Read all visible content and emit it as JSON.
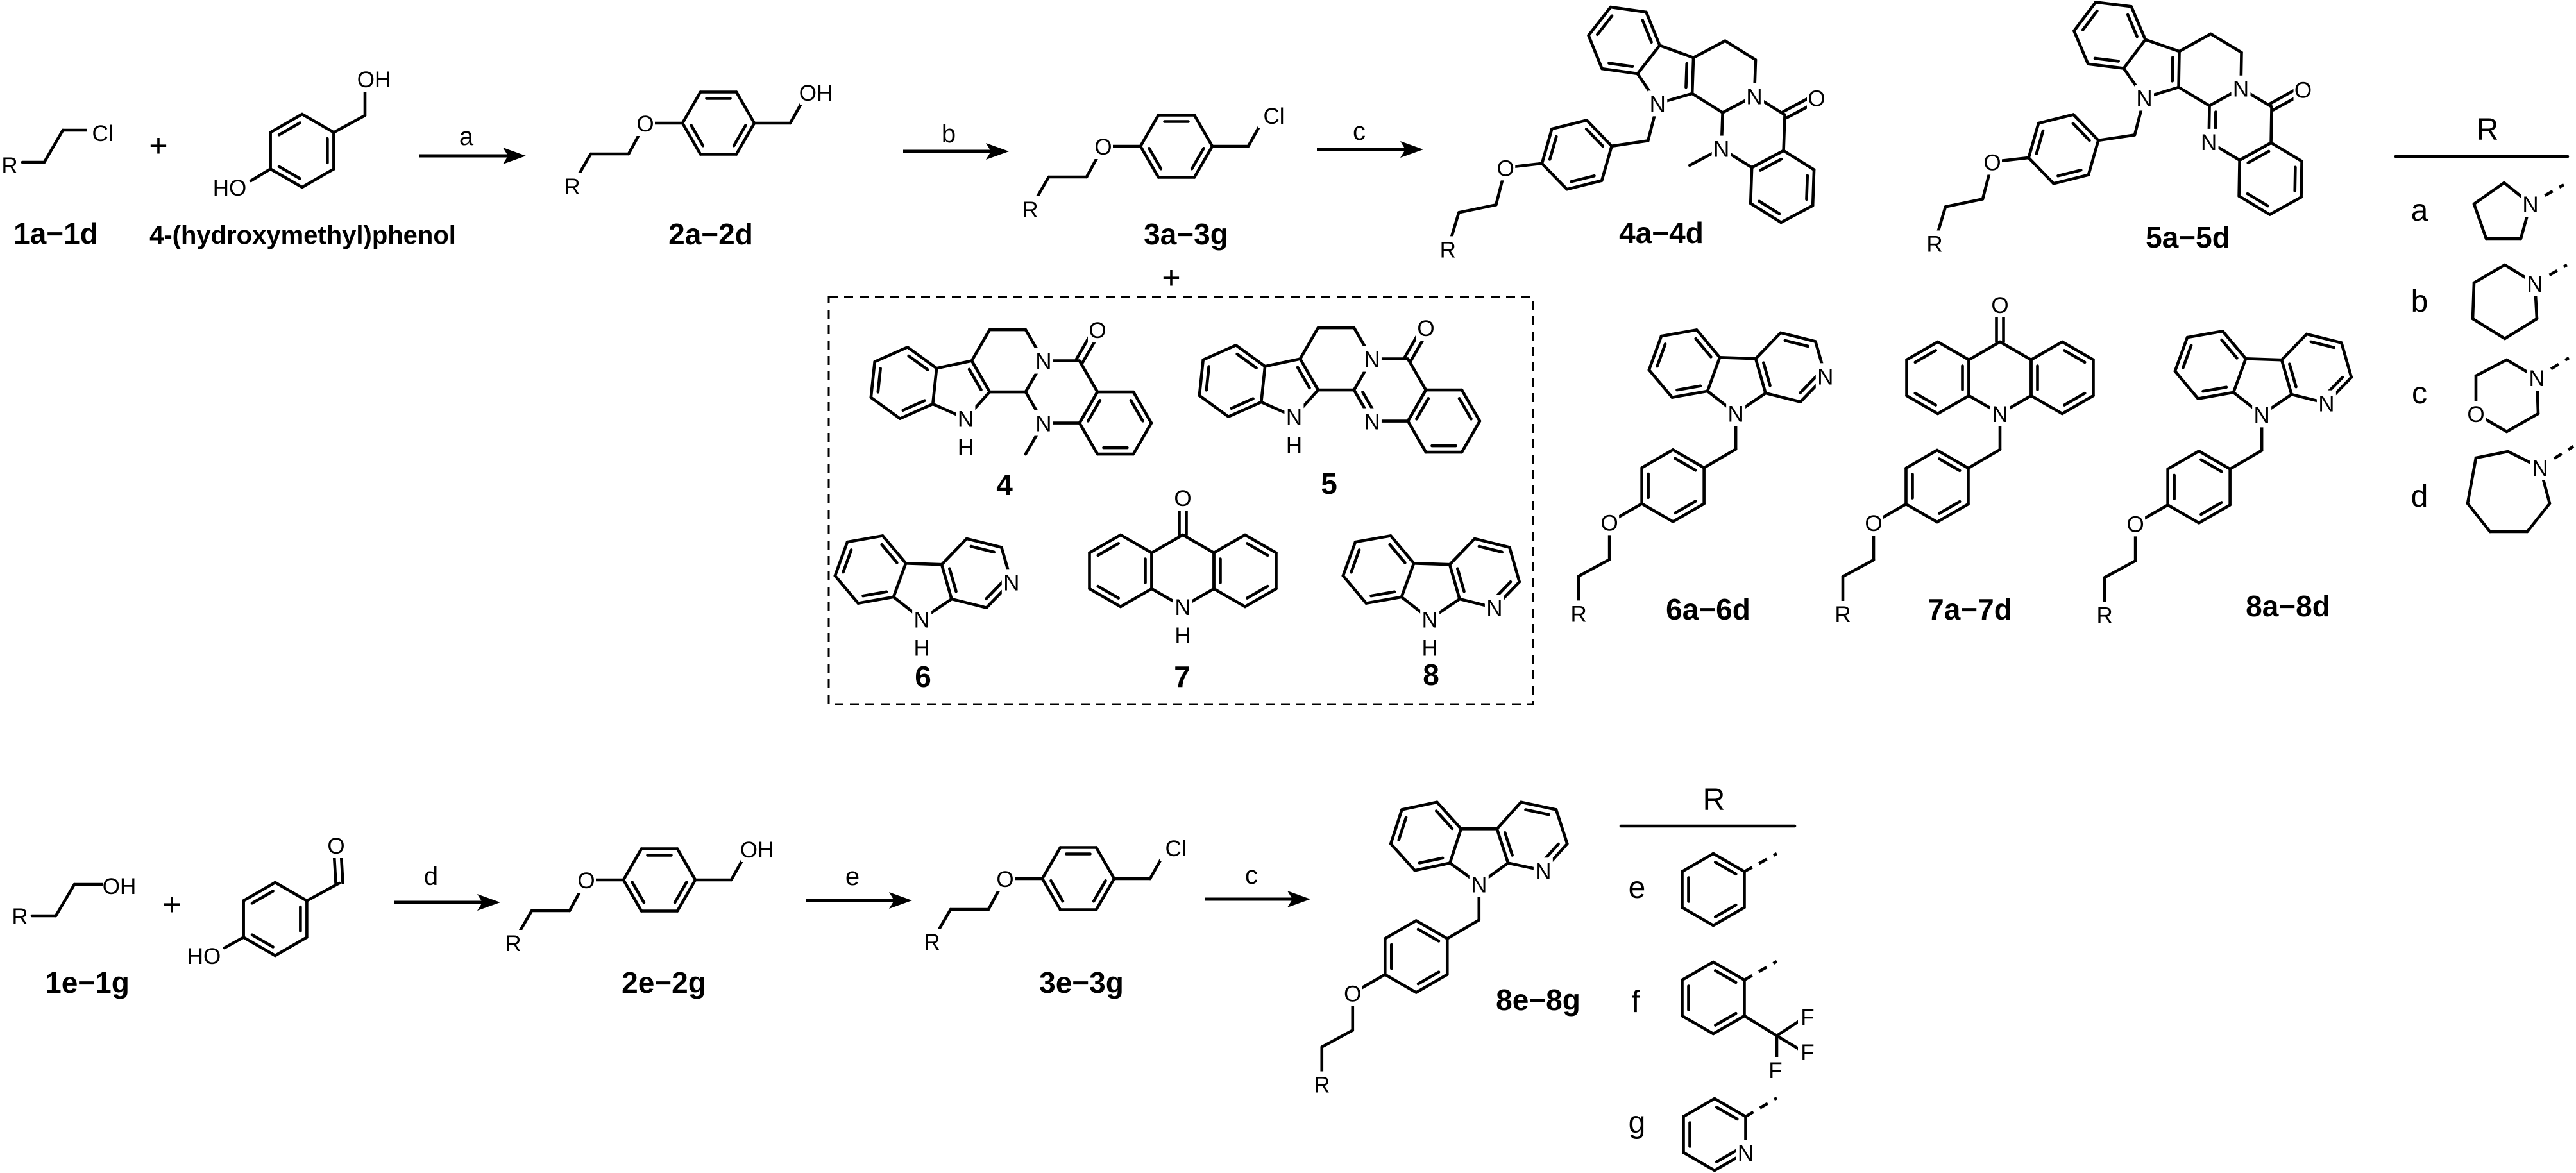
{
  "labels": {
    "c1ad": "1a−1d",
    "phenol": "4-(hydroxymethyl)phenol",
    "c2ad": "2a−2d",
    "c3ag": "3a−3g",
    "c4ad": "4a−4d",
    "c5ad": "5a−5d",
    "c4": "4",
    "c5": "5",
    "c6": "6",
    "c7": "7",
    "c8": "8",
    "c6ad": "6a−6d",
    "c7ad": "7a−7d",
    "c8ad": "8a−8d",
    "c1eg": "1e−1g",
    "c2eg": "2e−2g",
    "c3eg": "3e−3g",
    "c8eg": "8e−8g"
  },
  "conditions": {
    "a": "a",
    "b": "b",
    "c": "c",
    "d": "d",
    "e": "e",
    "c_row2": "c"
  },
  "plus": "+",
  "r_table_1": {
    "header": "R",
    "rows": [
      "a",
      "b",
      "c",
      "d"
    ]
  },
  "r_table_2": {
    "header": "R",
    "rows": [
      "e",
      "f",
      "g"
    ]
  },
  "atoms": {
    "N": "N",
    "O": "O",
    "H": "H",
    "OH": "OH",
    "HO": "HO",
    "Cl": "Cl",
    "R": "R",
    "F": "F"
  }
}
